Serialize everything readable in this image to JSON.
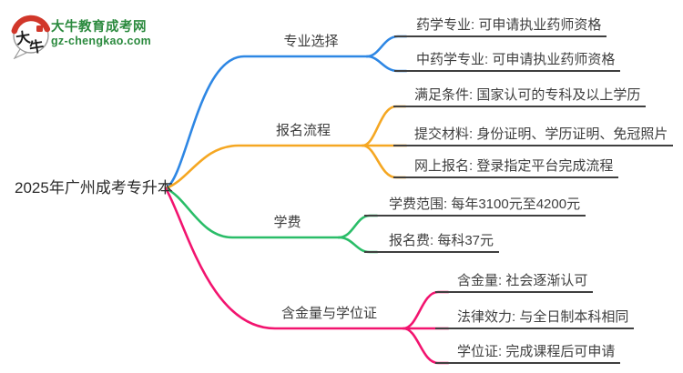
{
  "logo": {
    "icon_char_top": "大",
    "icon_char_bottom": "牛",
    "title": "大牛教育成考网",
    "domain": "gz-chengkao.com",
    "green": "#2b8a3e",
    "red": "#d1372a"
  },
  "root": {
    "label": "2025年广州成考专升本"
  },
  "branches": [
    {
      "label": "专业选择",
      "color": "#2e87e4",
      "children": [
        "药学专业: 可申请执业药师资格",
        "中药学专业: 可申请执业药师资格"
      ]
    },
    {
      "label": "报名流程",
      "color": "#f5a722",
      "children": [
        "满足条件: 国家认可的专科及以上学历",
        "提交材料: 身份证明、学历证明、免冠照片",
        "网上报名: 登录指定平台完成流程"
      ]
    },
    {
      "label": "学费",
      "color": "#2abd68",
      "children": [
        "学费范围: 每年3100元至4200元",
        "报名费: 每科37元"
      ]
    },
    {
      "label": "含金量与学位证",
      "color": "#f2146f",
      "children": [
        "含金量: 社会逐渐认可",
        "法律效力: 与全日制本科相同",
        "学位证: 完成课程后可申请"
      ]
    }
  ]
}
